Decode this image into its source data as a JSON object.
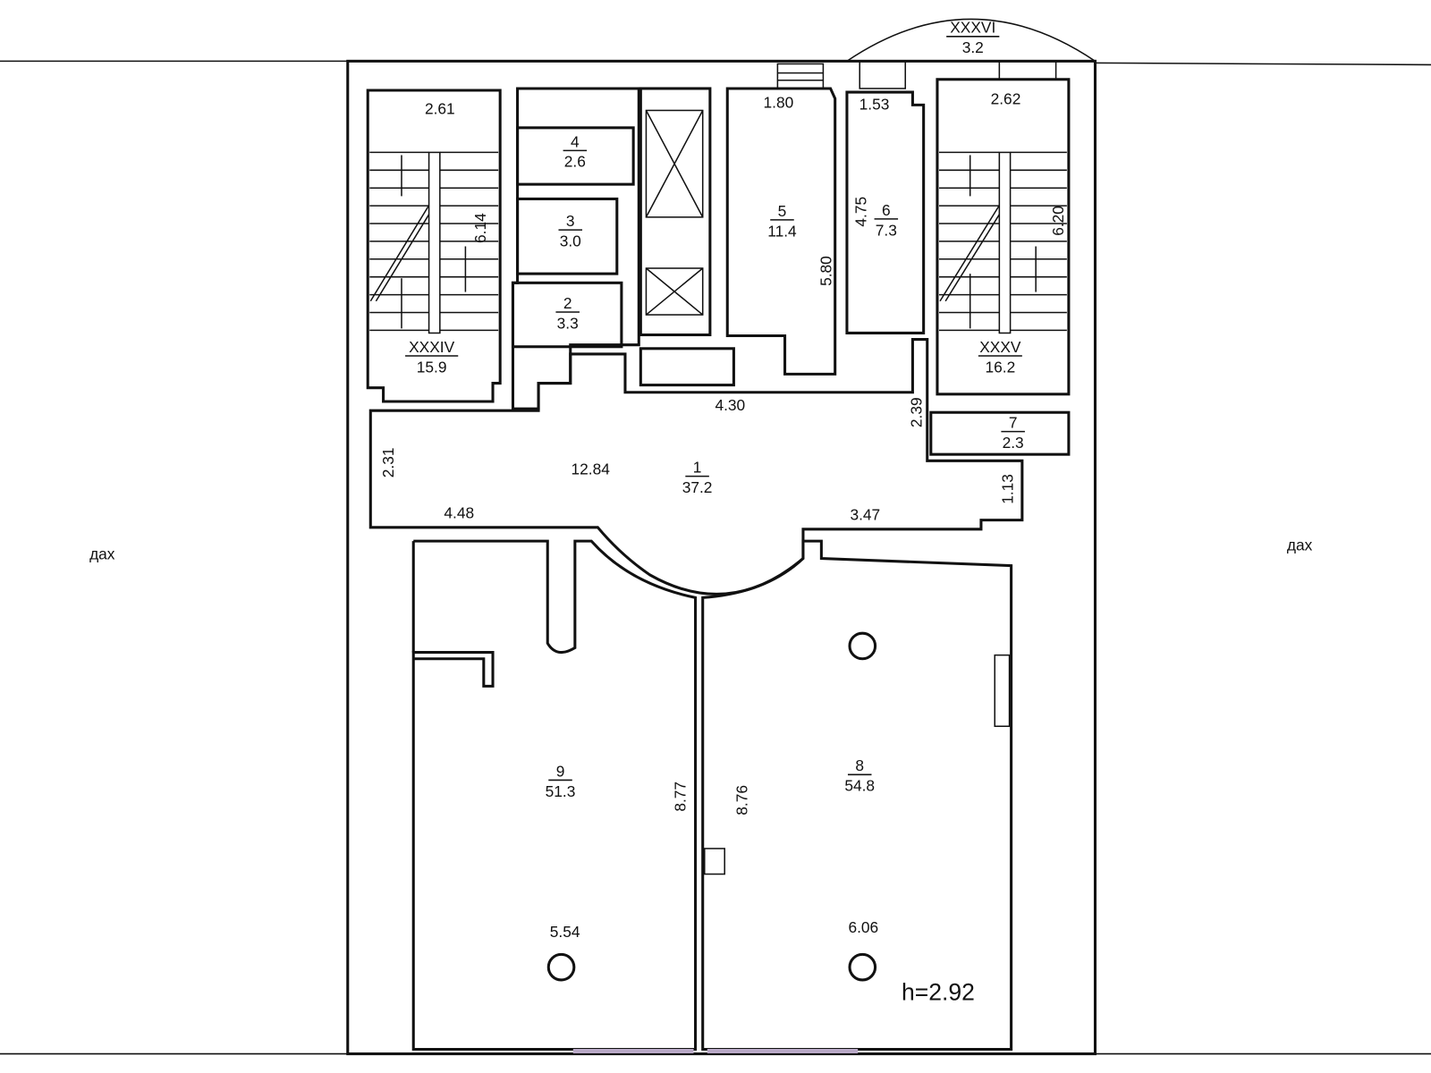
{
  "roof_label_left": "дах",
  "roof_label_right": "дах",
  "height_label": "h=2.92",
  "rooms": [
    {
      "num": "XXXVI",
      "area": "3.2"
    },
    {
      "num": "XXXIV",
      "area": "15.9"
    },
    {
      "num": "XXXV",
      "area": "16.2"
    },
    {
      "num": "4",
      "area": "2.6"
    },
    {
      "num": "3",
      "area": "3.0"
    },
    {
      "num": "2",
      "area": "3.3"
    },
    {
      "num": "5",
      "area": "11.4"
    },
    {
      "num": "6",
      "area": "7.3"
    },
    {
      "num": "7",
      "area": "2.3"
    },
    {
      "num": "1",
      "area": "37.2"
    },
    {
      "num": "9",
      "area": "51.3"
    },
    {
      "num": "8",
      "area": "54.8"
    }
  ],
  "dimensions": {
    "d261": "2.61",
    "d180": "1.80",
    "d153": "1.53",
    "d262": "2.62",
    "d614": "6.14",
    "d620": "6.20",
    "d475": "4.75",
    "d580": "5.80",
    "d430": "4.30",
    "d239": "2.39",
    "d231": "2.31",
    "d1284": "12.84",
    "d113": "1.13",
    "d448": "4.48",
    "d347": "3.47",
    "d877": "8.77",
    "d876": "8.76",
    "d554": "5.54",
    "d606": "6.06"
  }
}
